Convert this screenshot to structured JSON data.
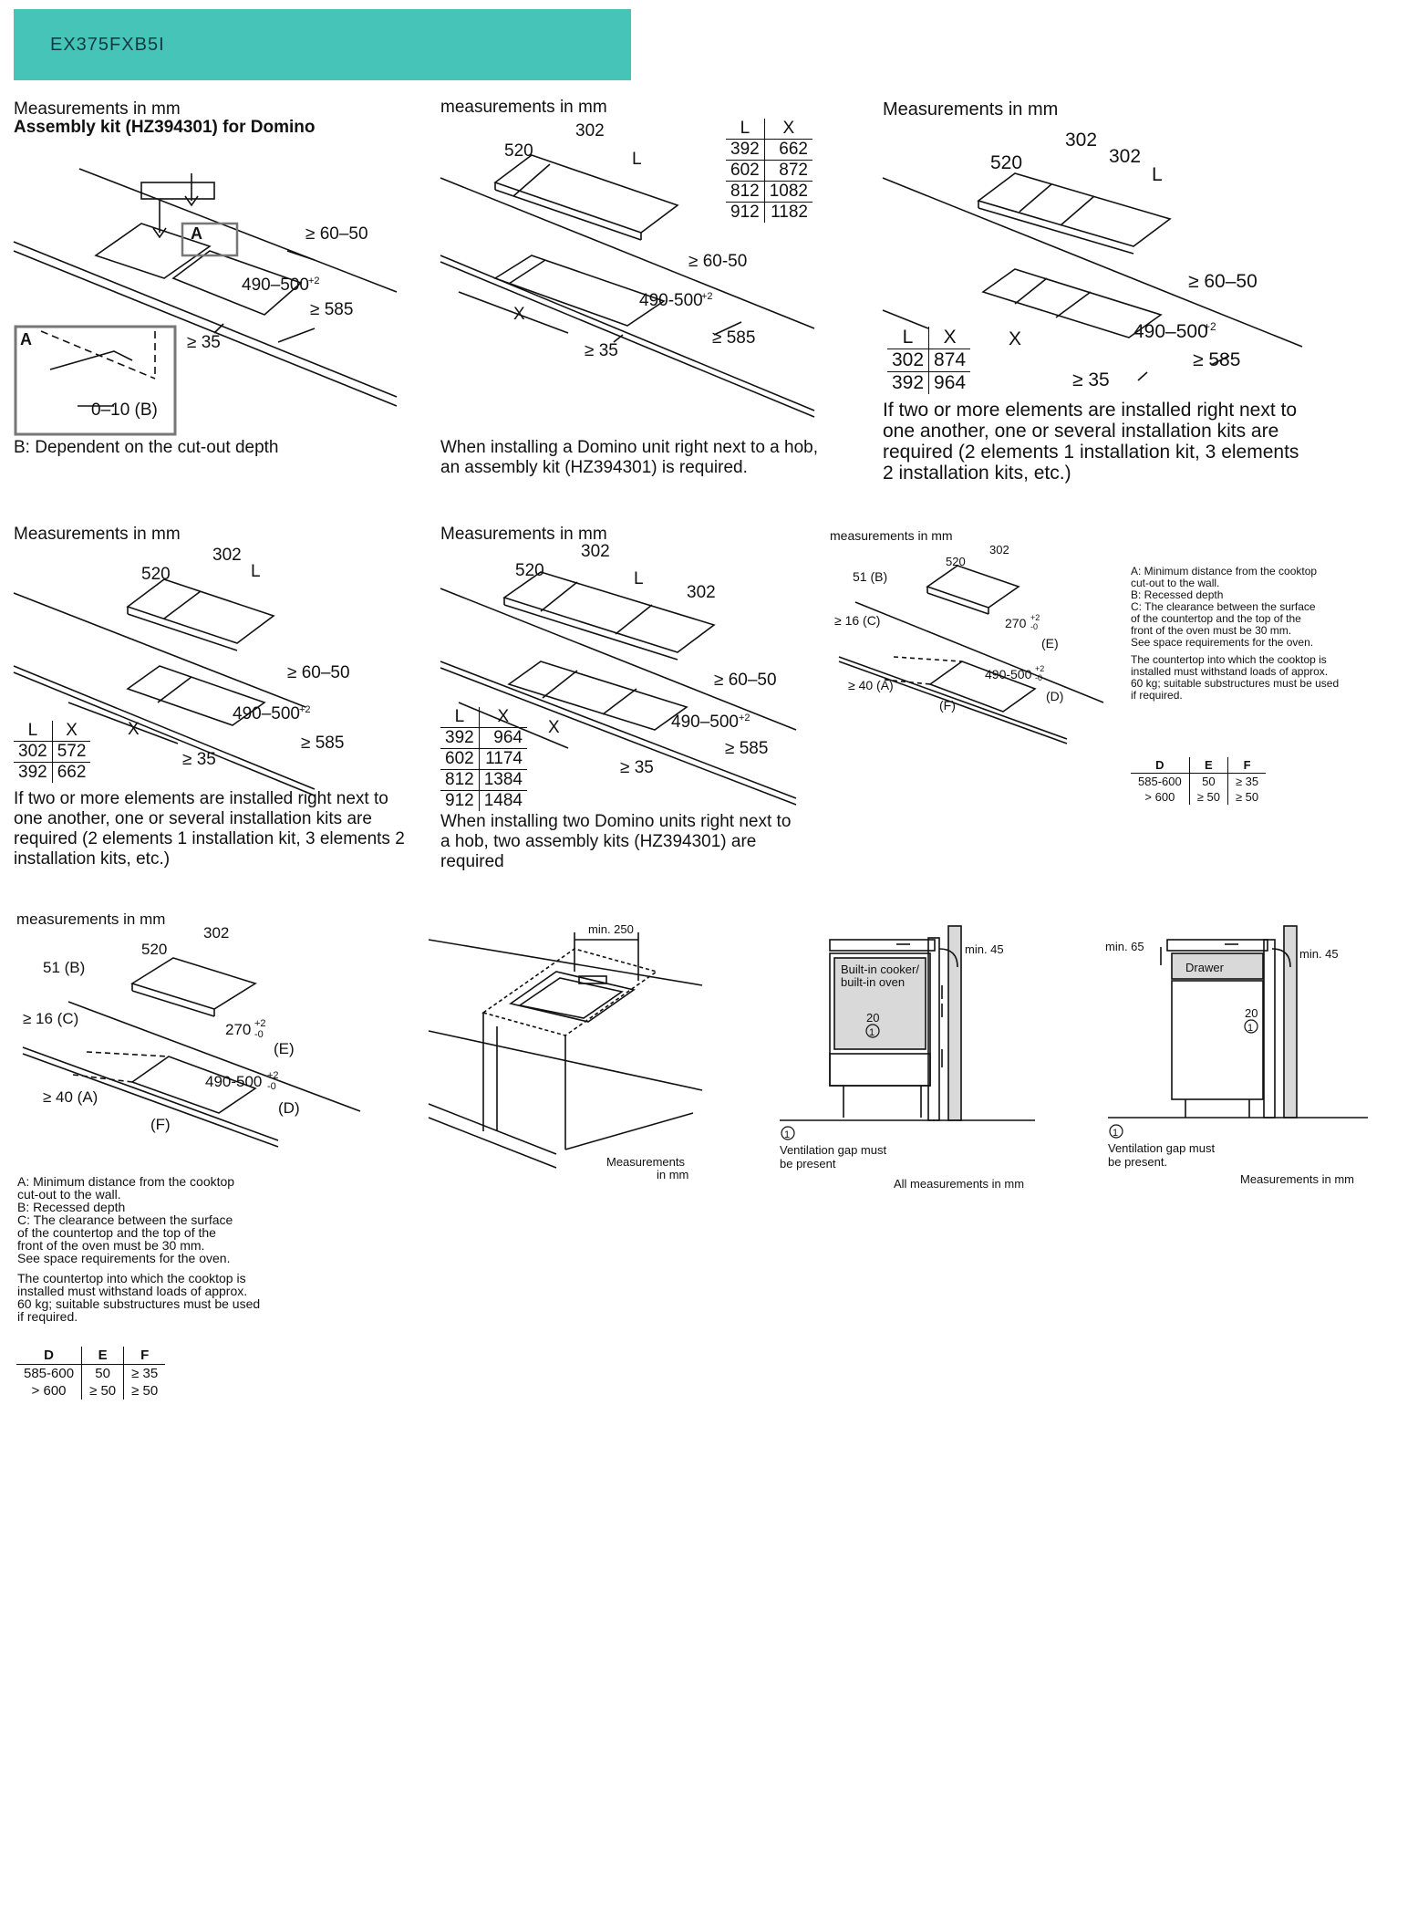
{
  "header": {
    "model": "EX375FXB5I"
  },
  "p1": {
    "caption": "Measurements in mm",
    "title": "Assembly kit (HZ394301) for Domino",
    "dims": {
      "a": "A",
      "d1": "≥ 60–50",
      "d2": "490–500",
      "sup": "+2",
      "d3": "≥ 585",
      "d4": "≥ 35",
      "inset_label": "A",
      "inset_dim": "0–10 (B)"
    },
    "note": "B: Dependent on the cut-out depth"
  },
  "p2": {
    "caption": "measurements in mm",
    "dims": {
      "w": "520",
      "d": "302",
      "l": "L",
      "d1": "≥ 60-50",
      "d2": "490-500",
      "sup": "+2",
      "d3": "≥ 585",
      "d4": "≥ 35",
      "x": "X"
    },
    "table": {
      "headers": [
        "L",
        "X"
      ],
      "rows": [
        [
          "392",
          "662"
        ],
        [
          "602",
          "872"
        ],
        [
          "812",
          "1082"
        ],
        [
          "912",
          "1182"
        ]
      ]
    },
    "note": "When installing a Domino unit right next to a hob, an assembly kit (HZ394301) is required."
  },
  "p3": {
    "caption": "Measurements in mm",
    "dims": {
      "w": "520",
      "d1a": "302",
      "d1b": "302",
      "l": "L",
      "d1": "≥ 60–50",
      "d2": "490–500",
      "sup": "+2",
      "d3": "≥ 585",
      "d4": "≥ 35",
      "x": "X"
    },
    "table": {
      "headers": [
        "L",
        "X"
      ],
      "rows": [
        [
          "302",
          "874"
        ],
        [
          "392",
          "964"
        ]
      ]
    },
    "note": "If two or more elements are installed right next to one another, one or several installation kits are required (2 elements 1 installation kit, 3 elements 2 installation kits, etc.)"
  },
  "p4": {
    "caption": "Measurements in mm",
    "dims": {
      "w": "520",
      "d": "302",
      "l": "L",
      "d1": "≥ 60–50",
      "d2": "490–500",
      "sup": "+2",
      "d3": "≥ 585",
      "d4": "≥ 35",
      "x": "X"
    },
    "table": {
      "headers": [
        "L",
        "X"
      ],
      "rows": [
        [
          "302",
          "572"
        ],
        [
          "392",
          "662"
        ]
      ]
    },
    "note": "If two or more elements are installed right next to one another, one or several installation kits are required (2 elements 1 installation kit, 3 elements 2 installation kits, etc.)"
  },
  "p5": {
    "caption": "Measurements in mm",
    "dims": {
      "w": "520",
      "d": "302",
      "l": "L",
      "d2b": "302",
      "d1": "≥ 60–50",
      "d2": "490–500",
      "sup": "+2",
      "d3": "≥ 585",
      "d4": "≥ 35",
      "x": "X"
    },
    "table": {
      "headers": [
        "L",
        "X"
      ],
      "rows": [
        [
          "392",
          "964"
        ],
        [
          "602",
          "1174"
        ],
        [
          "812",
          "1384"
        ],
        [
          "912",
          "1484"
        ]
      ]
    },
    "note": "When installing two Domino units right next to a hob, two assembly kits (HZ394301) are required"
  },
  "p6": {
    "caption": "measurements in mm",
    "dims": {
      "w": "520",
      "d": "302",
      "b": "51 (B)",
      "c": "≥ 16 (C)",
      "a": "≥ 40 (A)",
      "e": "(E)",
      "f": "(F)",
      "dd": "(D)",
      "w2": "270",
      "w2sup": "+2",
      "w2sub": "-0",
      "w3": "490-500",
      "w3sup": "+2",
      "w3sub": "-0"
    },
    "notes": [
      [
        "A: Minimum distance from the cooktop",
        "    cut-out to the wall."
      ],
      [
        "B: Recessed depth"
      ],
      [
        "C: The clearance between the surface",
        "    of the countertop and the top of the",
        "    front of the oven must be 30 mm.",
        "    See space requirements for the oven."
      ]
    ],
    "load_note": [
      "The countertop into which the cooktop is",
      "installed must withstand loads of approx.",
      "60 kg; suitable substructures must be used",
      "if required."
    ],
    "table": {
      "headers": [
        "D",
        "E",
        "F"
      ],
      "rows": [
        [
          "585-600",
          "50",
          "≥ 35"
        ],
        [
          "> 600",
          "≥ 50",
          "≥ 50"
        ]
      ]
    }
  },
  "p7": {
    "caption": "measurements in mm",
    "dims": {
      "w": "520",
      "d": "302",
      "b": "51 (B)",
      "c": "≥ 16 (C)",
      "a": "≥ 40 (A)",
      "e": "(E)",
      "f": "(F)",
      "dd": "(D)",
      "w2": "270",
      "w2sup": "+2",
      "w2sub": "-0",
      "w3": "490-500",
      "w3sup": "+2",
      "w3sub": "-0"
    },
    "notes": [
      [
        "A: Minimum distance from the cooktop",
        "    cut-out to the wall."
      ],
      [
        "B: Recessed depth"
      ],
      [
        "C: The clearance between the surface",
        "    of the countertop and the top of the",
        "    front of the oven must be 30 mm.",
        "    See space requirements for the oven."
      ]
    ],
    "load_note": [
      "The countertop into which the cooktop is",
      "installed must withstand loads of approx.",
      "60 kg; suitable substructures must be used",
      "if required."
    ],
    "table": {
      "headers": [
        "D",
        "E",
        "F"
      ],
      "rows": [
        [
          "585-600",
          "50",
          "≥ 35"
        ],
        [
          "> 600",
          "≥ 50",
          "≥ 50"
        ]
      ]
    }
  },
  "p8": {
    "min": "min. 250",
    "caption1": "Measurements",
    "caption2": "in mm"
  },
  "p9": {
    "box_label1": "Built-in cooker/",
    "box_label2": "built-in oven",
    "min": "min. 45",
    "gap": "20",
    "circle": "1",
    "vent1": "Ventilation gap must",
    "vent2": "be present",
    "caption": "All measurements in mm"
  },
  "p10": {
    "min_left": "min. 65",
    "min_right": "min. 45",
    "box_label": "Drawer",
    "gap": "20",
    "circle": "1",
    "vent1": "Ventilation gap must",
    "vent2": "be present.",
    "caption": "Measurements in mm"
  }
}
